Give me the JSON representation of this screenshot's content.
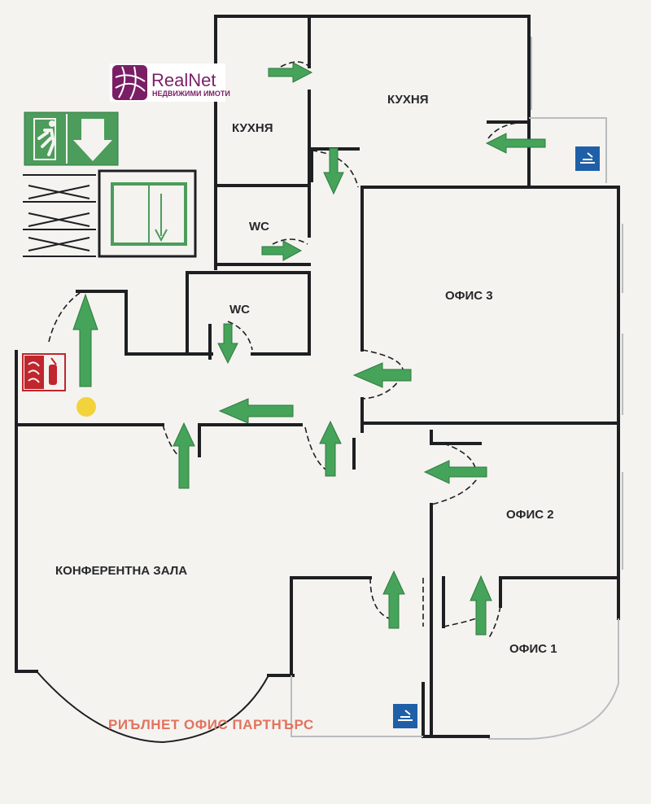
{
  "brand": {
    "name": "RealNet",
    "tagline": "НЕДВИЖИМИ ИМОТИ",
    "color": "#7a1f66"
  },
  "rooms": {
    "kitchen_small": "КУХНЯ",
    "kitchen_large": "КУХНЯ",
    "wc_upper": "WC",
    "wc_lower": "WC",
    "office_3": "ОФИС 3",
    "office_2": "ОФИС 2",
    "office_1": "ОФИС 1",
    "conference": "КОНФЕРЕНТНА ЗАЛА"
  },
  "watermark": "РИЪЛНЕТ ОФИС ПАРТНЪРС",
  "colors": {
    "arrow": "#46a35a",
    "arrow_dark": "#2f7a40",
    "wall": "#1d1f22",
    "sign_blue": "#1f5fa8",
    "extinguisher_red": "#c0262d",
    "assembly_dot": "#f2d33b"
  },
  "icons": [
    "emergency-exit-icon",
    "stairs-icon",
    "elevator-icon",
    "fire-extinguisher-icon",
    "phone-sign-icon",
    "you-are-here-icon"
  ]
}
